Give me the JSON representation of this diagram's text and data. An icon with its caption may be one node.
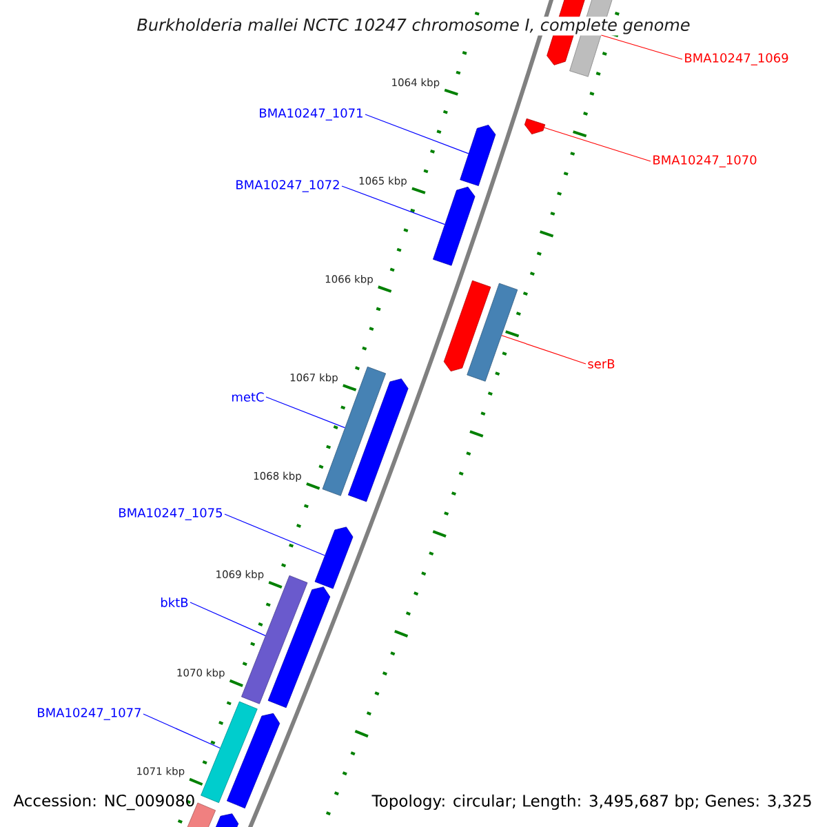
{
  "diagram": {
    "title": "Burkholderia mallei NCTC 10247 chromosome I, complete genome",
    "nodes": [
      {
        "text": [],
        "shape": "pentagon"
      },
      {
        "text": [],
        "shape": "box"
      },
      {
        "text": [
          "BMA10247_1069"
        ]
      },
      {
        "text": [
          "BMA10247_1071"
        ]
      },
      {
        "text": [],
        "shape": "pentagon"
      },
      {
        "text": [],
        "shape": "pentagon"
      },
      {
        "text": [
          "BMA10247_1070"
        ]
      },
      {
        "text": [
          "BMA10247_1072"
        ]
      },
      {
        "text": [],
        "shape": "pentagon"
      },
      {
        "text": [],
        "shape": "pentagon"
      },
      {
        "text": [],
        "shape": "box"
      },
      {
        "text": [
          "serB"
        ]
      },
      {
        "text": [
          "metC"
        ]
      },
      {
        "text": [],
        "shape": "box"
      },
      {
        "text": [],
        "shape": "pentagon"
      },
      {
        "text": [
          "BMA10247_1075"
        ]
      },
      {
        "text": [],
        "shape": "pentagon"
      },
      {
        "text": [
          "bktB"
        ]
      },
      {
        "text": [],
        "shape": "box"
      },
      {
        "text": [],
        "shape": "pentagon"
      },
      {
        "text": [
          "BMA10247_1077"
        ]
      },
      {
        "text": [],
        "shape": "box"
      },
      {
        "text": [],
        "shape": "pentagon"
      },
      {
        "text": [],
        "shape": "box"
      },
      {
        "text": [],
        "shape": "pentagon"
      }
    ],
    "edges": [
      {
        "from": 2,
        "to": 1,
        "arrow": "none",
        "color": "#ff0000"
      },
      {
        "from": 3,
        "to": 5,
        "arrow": "none"
      },
      {
        "from": 6,
        "to": 4,
        "arrow": "none",
        "color": "#ff0000"
      },
      {
        "from": 7,
        "to": 8,
        "arrow": "none"
      },
      {
        "from": 11,
        "to": 10,
        "arrow": "none",
        "color": "#ff0000"
      },
      {
        "from": 12,
        "to": 13,
        "arrow": "none"
      },
      {
        "from": 15,
        "to": 16,
        "arrow": "none"
      },
      {
        "from": 17,
        "to": 18,
        "arrow": "none"
      },
      {
        "from": 20,
        "to": 21,
        "arrow": "none"
      }
    ],
    "labels": [
      "1064 kbp",
      "1065 kbp",
      "1066 kbp",
      "1067 kbp",
      "1068 kbp",
      "1069 kbp",
      "1070 kbp",
      "1071 kbp",
      "Accession: NC_009080",
      "Topology: circular; Length: 3,495,687 bp; Genes: 3,325"
    ]
  }
}
